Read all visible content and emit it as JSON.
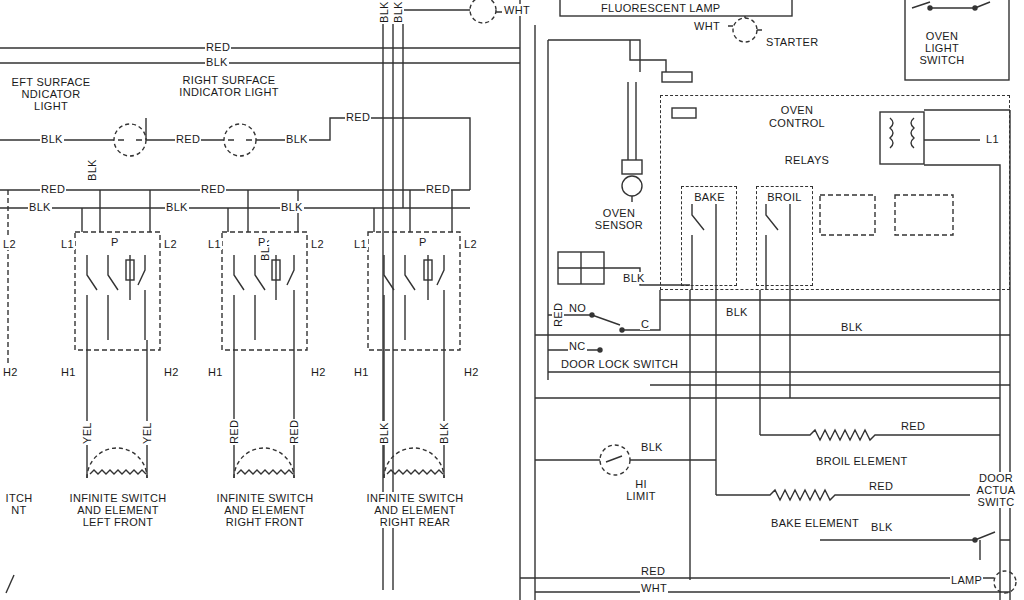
{
  "diagram": {
    "nodes": [
      {
        "text": [
          "OVEN CONTROL",
          "RELAYS"
        ]
      },
      {
        "text": [
          "BAKE"
        ],
        "in": 0
      },
      {
        "text": [
          "BROIL"
        ],
        "in": 0
      }
    ],
    "labels": [
      "BLK",
      "BLK",
      "WHT",
      "FLUORESCENT LAMP",
      "WHT",
      "STARTER",
      "OVEN LIGHT SWITCH",
      "RED",
      "BLK",
      "EFT SURFACE NDICATOR LIGHT",
      "RIGHT SURFACE INDICATOR LIGHT",
      "RED",
      "BLK",
      "RED",
      "BLK",
      "BLK",
      "RED",
      "RED",
      "RED",
      "BLK",
      "BLK",
      "BLK",
      "BLK",
      "L2",
      "L1",
      "P",
      "L2",
      "L1",
      "P",
      "L2",
      "L1",
      "P",
      "L2",
      "H2",
      "H1",
      "H2",
      "H1",
      "H2",
      "H1",
      "H2",
      "YEL",
      "YEL",
      "RED",
      "RED",
      "BLK",
      "BLK",
      "INFINITE SWITCH AND ELEMENT LEFT FRONT",
      "INFINITE SWITCH AND ELEMENT RIGHT FRONT",
      "INFINITE SWITCH AND ELEMENT RIGHT REAR",
      "ITCH NT",
      "OVEN SENSOR",
      "BLK",
      "RED",
      "NO",
      "NC",
      "C",
      "DOOR LOCK SWITCH",
      "BLK",
      "BLK",
      "L1",
      "BLK",
      "RED",
      "BROIL ELEMENT",
      "HI LIMIT",
      "RED",
      "BAKE ELEMENT",
      "BLK",
      "DOOR ACTUA SWITC",
      "LAMP",
      "RED",
      "WHT"
    ]
  }
}
